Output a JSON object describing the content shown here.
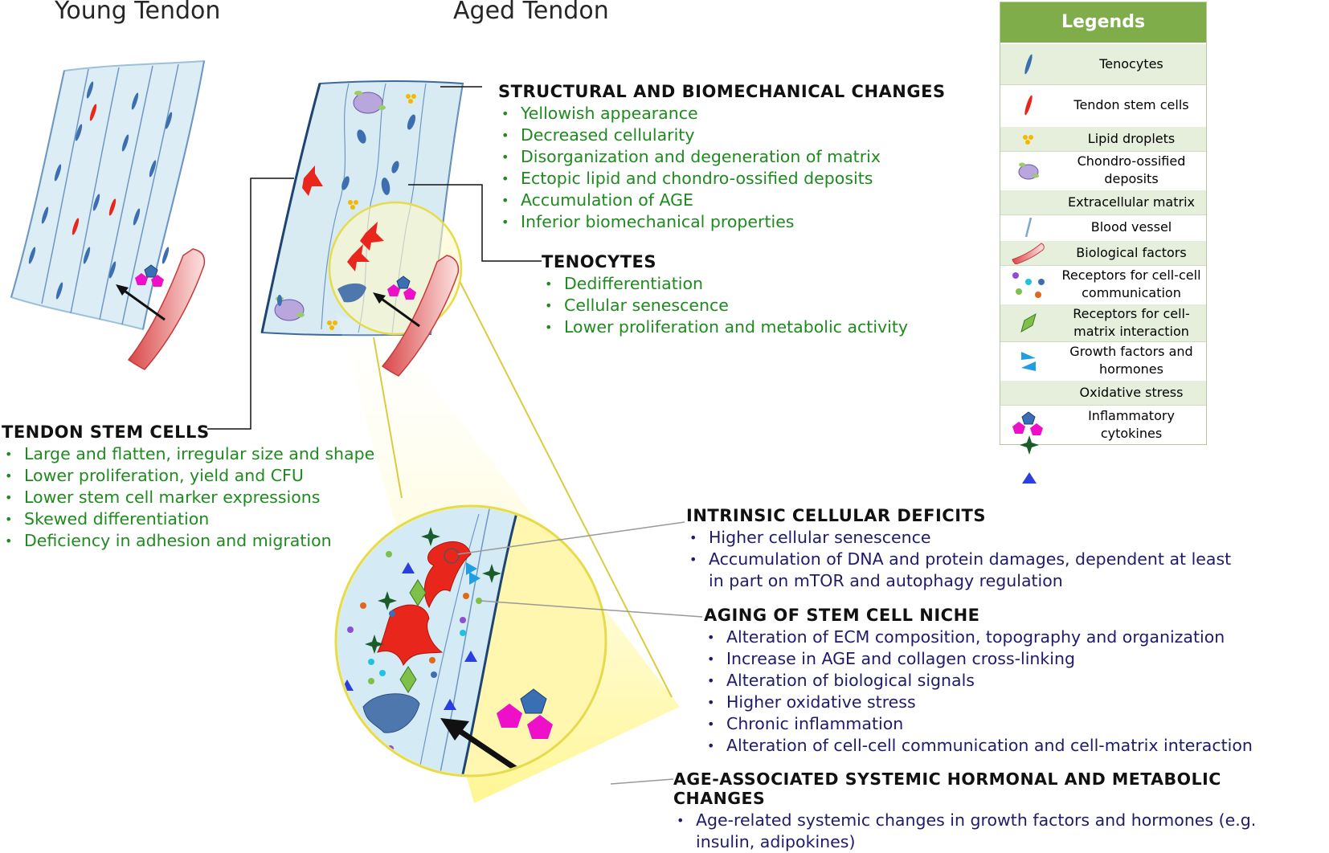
{
  "titles": {
    "young": "Young Tendon",
    "aged": "Aged Tendon"
  },
  "structural": {
    "heading": "STRUCTURAL AND BIOMECHANICAL CHANGES",
    "items": [
      "Yellowish appearance",
      "Decreased cellularity",
      "Disorganization and degeneration of matrix",
      "Ectopic lipid and chondro-ossified deposits",
      "Accumulation of AGE",
      "Inferior biomechanical properties"
    ]
  },
  "tenocytes": {
    "heading": "TENOCYTES",
    "items": [
      "Dedifferentiation",
      "Cellular senescence",
      "Lower proliferation and metabolic activity"
    ]
  },
  "stem_cells": {
    "heading": "TENDON STEM CELLS",
    "items": [
      "Large and flatten, irregular size and shape",
      "Lower proliferation, yield and CFU",
      "Lower stem cell marker expressions",
      "Skewed differentiation",
      "Deficiency in adhesion and migration"
    ]
  },
  "intrinsic": {
    "heading": "INTRINSIC CELLULAR DEFICITS",
    "items": [
      "Higher cellular senescence",
      "Accumulation of DNA and protein damages, dependent at least in part on mTOR and autophagy regulation"
    ]
  },
  "niche": {
    "heading": "AGING OF STEM CELL NICHE",
    "items": [
      "Alteration of ECM composition, topography and organization",
      "Increase in AGE and collagen cross-linking",
      "Alteration of biological signals",
      "Higher oxidative stress",
      "Chronic inflammation",
      "Alteration of cell-cell communication and cell-matrix interaction"
    ]
  },
  "systemic": {
    "heading": "AGE-ASSOCIATED SYSTEMIC HORMONAL AND METABOLIC CHANGES",
    "items": [
      "Age-related systemic changes in growth factors and hormones (e.g. insulin, adipokines)"
    ]
  },
  "legend": {
    "title": "Legends",
    "header_color": "#7fad4a",
    "items": [
      {
        "label": "Tenocytes",
        "icon": "tenocyte-icon"
      },
      {
        "label": "Tendon stem cells",
        "icon": "stem-cell-icon"
      },
      {
        "label": "Lipid droplets",
        "icon": "lipid-droplets-icon"
      },
      {
        "label": "Chondro-ossified deposits",
        "icon": "chondro-deposits-icon"
      },
      {
        "label": "Extracellular matrix",
        "icon": "ecm-icon"
      },
      {
        "label": "Blood vessel",
        "icon": "blood-vessel-icon"
      },
      {
        "label": "Biological factors",
        "icon": "biological-factors-icon"
      },
      {
        "label": "Receptors for cell-cell communication",
        "icon": "cell-cell-receptors-icon"
      },
      {
        "label": "Receptors for cell-matrix interaction",
        "icon": "cell-matrix-receptors-icon"
      },
      {
        "label": "Growth factors and hormones",
        "icon": "growth-factors-icon"
      },
      {
        "label": "Oxidative stress",
        "icon": "oxidative-stress-icon"
      },
      {
        "label": "Inflammatory cytokines",
        "icon": "inflammatory-cytokines-icon"
      }
    ]
  },
  "colors": {
    "heading_text": "#111111",
    "green_text": "#1f8a1f",
    "navy_text": "#1f1b6b",
    "tendon_fill": "#d9ecf5",
    "stem_cell": "#e8261b",
    "tenocyte": "#3c6fb0",
    "vessel": "#f08c8c",
    "cytokine": "#ee10c8"
  }
}
